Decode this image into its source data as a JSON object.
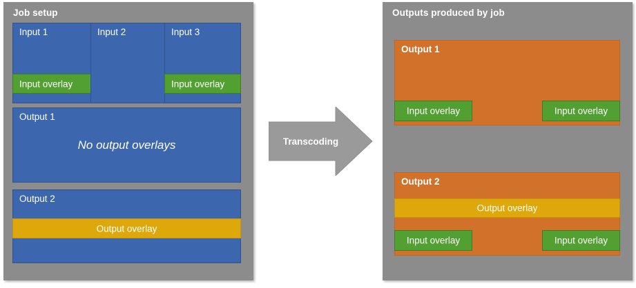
{
  "colors": {
    "panel_gray": "#8c8c8c",
    "input_blue": "#3c66ae",
    "output_orange": "#d2712a",
    "input_overlay_green": "#53a032",
    "output_overlay_yellow": "#dea80b",
    "arrow_gray": "#9a9a9a",
    "text_white": "#ffffff",
    "page_background": "#ffffff"
  },
  "left_panel": {
    "title": "Job setup",
    "inputs": [
      {
        "label": "Input 1",
        "overlay": {
          "label": "Input overlay",
          "present": true
        }
      },
      {
        "label": "Input 2",
        "overlay": {
          "label": "",
          "present": false
        }
      },
      {
        "label": "Input 3",
        "overlay": {
          "label": "Input overlay",
          "present": true
        }
      }
    ],
    "outputs": [
      {
        "label": "Output 1",
        "note": "No output overlays",
        "overlay": {
          "label": "",
          "present": false
        }
      },
      {
        "label": "Output 2",
        "note": "",
        "overlay": {
          "label": "Output overlay",
          "present": true
        }
      }
    ]
  },
  "arrow": {
    "label": "Transcoding",
    "direction": "right"
  },
  "right_panel": {
    "title": "Outputs produced by job",
    "outputs": [
      {
        "label": "Output 1",
        "output_overlay": {
          "label": "",
          "present": false
        },
        "input_overlays": [
          {
            "label": "Input overlay",
            "align": "left"
          },
          {
            "label": "Input overlay",
            "align": "right"
          }
        ]
      },
      {
        "label": "Output 2",
        "output_overlay": {
          "label": "Output overlay",
          "present": true
        },
        "input_overlays": [
          {
            "label": "Input overlay",
            "align": "left"
          },
          {
            "label": "Input overlay",
            "align": "right"
          }
        ]
      }
    ]
  }
}
